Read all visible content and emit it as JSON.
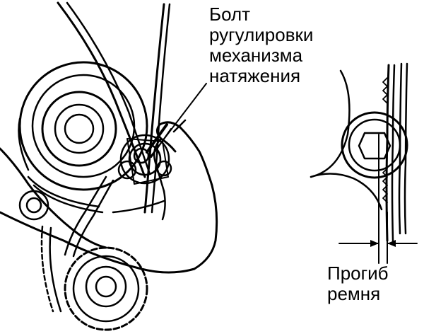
{
  "bolt_label": {
    "lines": [
      "Болт",
      "ругулировки",
      "механизма",
      "натяжения"
    ]
  },
  "deflection_label": {
    "lines": [
      "Прогиб",
      "ремня"
    ]
  },
  "colors": {
    "ink": "#000000",
    "paper": "#ffffff"
  }
}
